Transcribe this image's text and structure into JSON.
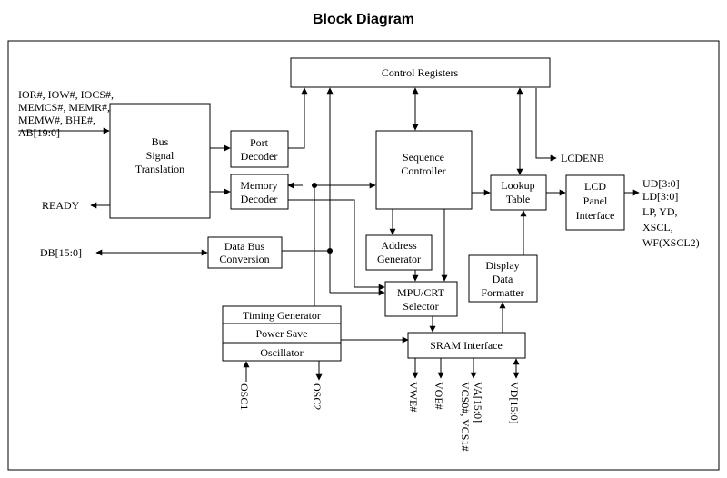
{
  "title": "Block Diagram",
  "blocks": {
    "control_registers": "Control Registers",
    "bus_signal_translation": [
      "Bus",
      "Signal",
      "Translation"
    ],
    "port_decoder": [
      "Port",
      "Decoder"
    ],
    "memory_decoder": [
      "Memory",
      "Decoder"
    ],
    "sequence_controller": [
      "Sequence",
      "Controller"
    ],
    "lookup_table": [
      "Lookup",
      "Table"
    ],
    "lcd_panel_interface": [
      "LCD",
      "Panel",
      "Interface"
    ],
    "data_bus_conversion": [
      "Data Bus",
      "Conversion"
    ],
    "address_generator": [
      "Address",
      "Generator"
    ],
    "display_data_formatter": [
      "Display",
      "Data",
      "Formatter"
    ],
    "mpu_crt_selector": [
      "MPU/CRT",
      "Selector"
    ],
    "timing_generator": "Timing Generator",
    "power_save": "Power Save",
    "oscillator": "Oscillator",
    "sram_interface": "SRAM Interface"
  },
  "signals": {
    "bus_inputs": [
      "IOR#, IOW#, IOCS#,",
      "MEMCS#, MEMR#,",
      "MEMW#, BHE#,",
      "AB[19:0]"
    ],
    "ready": "READY",
    "db": "DB[15:0]",
    "lcdenb": "LCDENB",
    "lcd_outputs": [
      "UD[3:0]",
      "LD[3:0]",
      "LP, YD,",
      "XSCL,",
      "WF(XSCL2)"
    ],
    "osc1": "OSC1",
    "osc2": "OSC2",
    "vwe": "VWE#",
    "voe": "VOE#",
    "vcs": "VCS0#, VCS1#",
    "va": "VA[15:0]",
    "vd": "VD[15:0]"
  }
}
